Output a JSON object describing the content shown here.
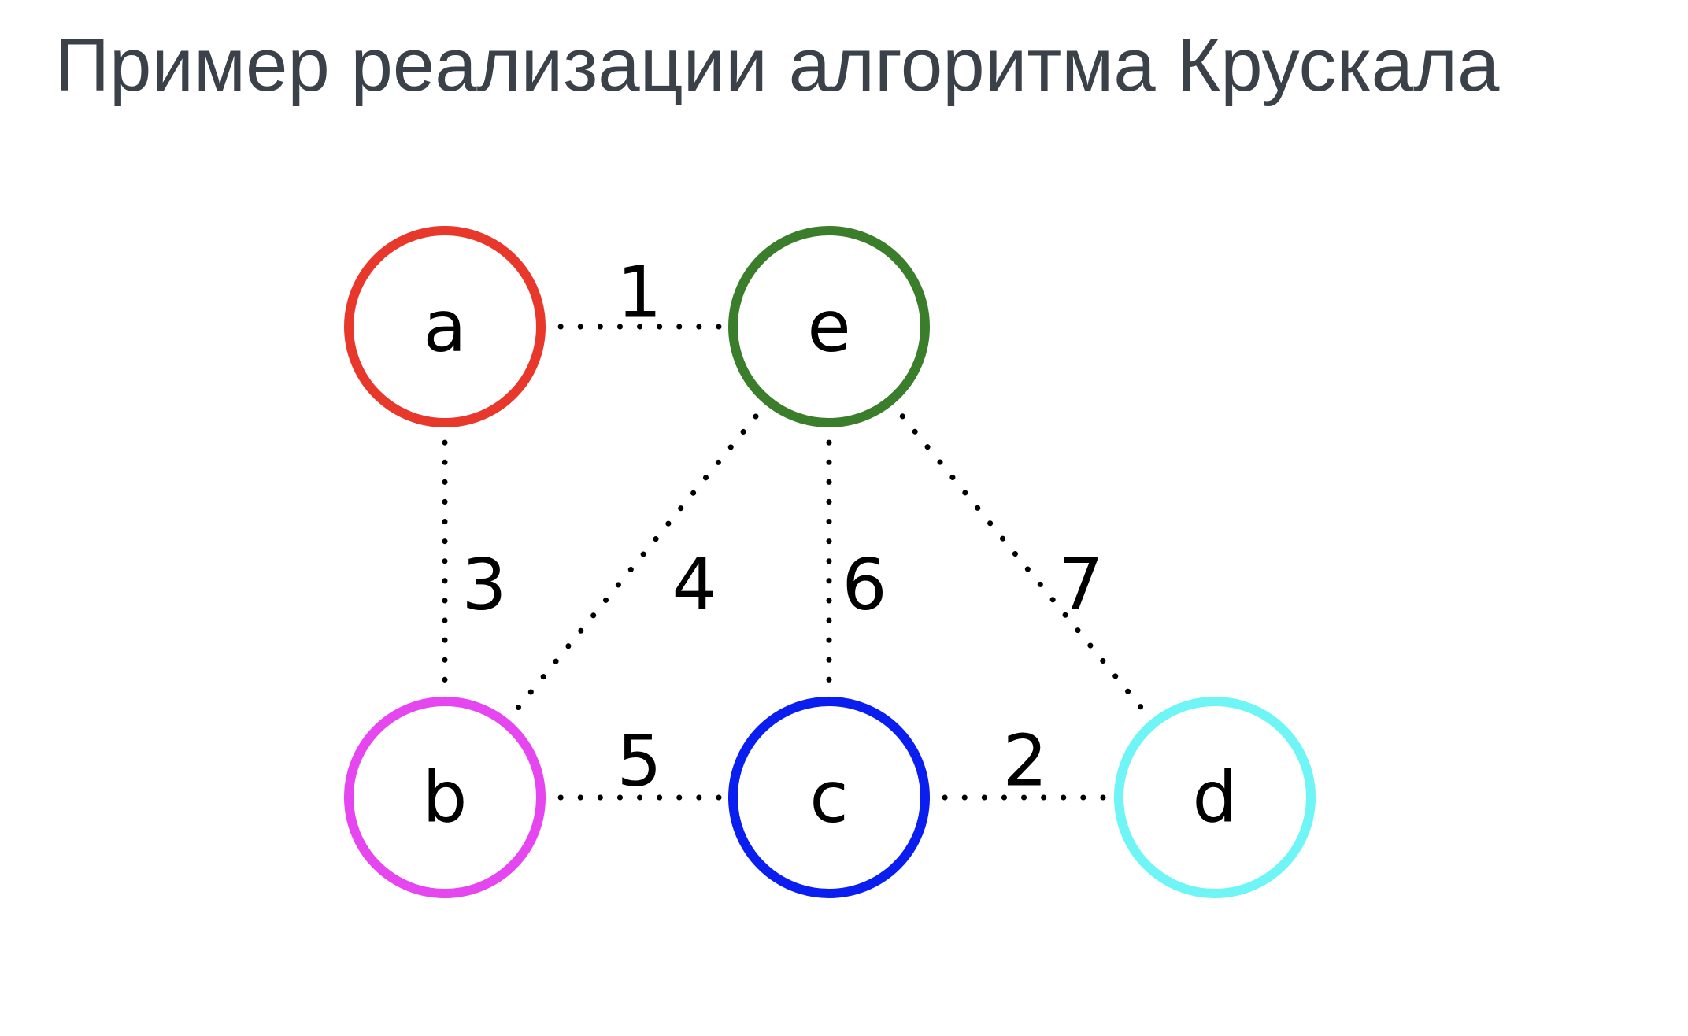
{
  "title": "Пример реализации алгоритма Крускала",
  "graph": {
    "nodes": [
      {
        "id": "a",
        "label": "a",
        "color": "#e8372b"
      },
      {
        "id": "e",
        "label": "e",
        "color": "#3a7d2a"
      },
      {
        "id": "b",
        "label": "b",
        "color": "#e546ef"
      },
      {
        "id": "c",
        "label": "c",
        "color": "#0a1ef0"
      },
      {
        "id": "d",
        "label": "d",
        "color": "#6ff5f5"
      }
    ],
    "edges": [
      {
        "from": "a",
        "to": "e",
        "weight": "1"
      },
      {
        "from": "c",
        "to": "d",
        "weight": "2"
      },
      {
        "from": "a",
        "to": "b",
        "weight": "3"
      },
      {
        "from": "e",
        "to": "b",
        "weight": "4"
      },
      {
        "from": "b",
        "to": "c",
        "weight": "5"
      },
      {
        "from": "e",
        "to": "c",
        "weight": "6"
      },
      {
        "from": "e",
        "to": "d",
        "weight": "7"
      }
    ],
    "edge_style": "dotted",
    "edge_color": "#000000"
  }
}
